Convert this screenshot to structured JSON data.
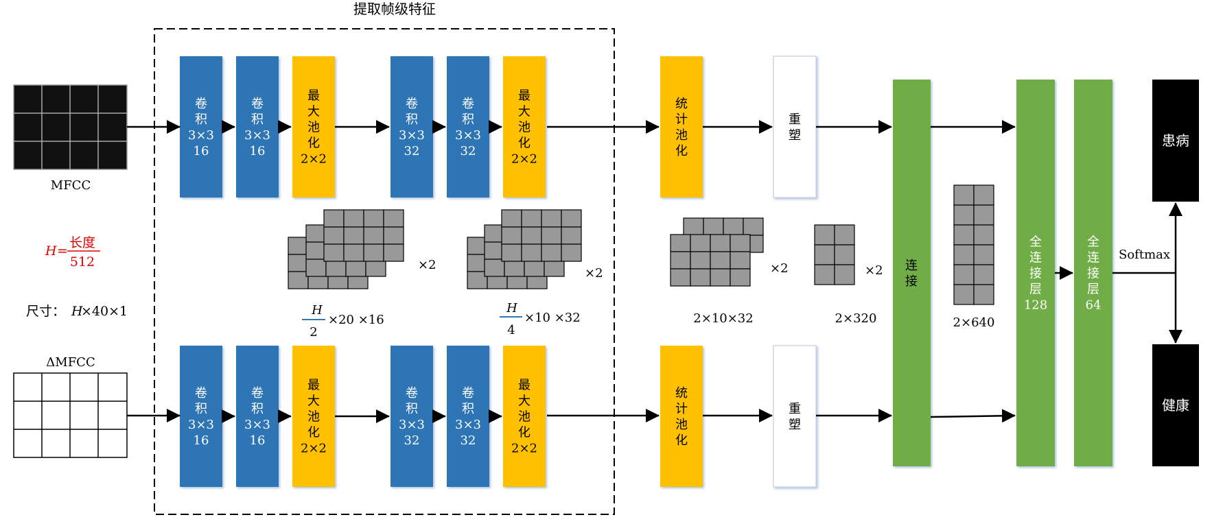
{
  "title": "提取帧级特征",
  "inputs": {
    "mfcc_label": "MFCC",
    "dmfcc_label": "ΔMFCC",
    "formula_h": "H",
    "formula_eq": "=",
    "formula_num": "长度",
    "formula_den": "512",
    "size_label": "尺寸：",
    "size_h": "H",
    "size_rest": "×40×1"
  },
  "top_blocks": [
    {
      "lines": [
        "卷",
        "积",
        "3×3",
        "16"
      ],
      "kind": "conv"
    },
    {
      "lines": [
        "卷",
        "积",
        "3×3",
        "16"
      ],
      "kind": "conv"
    },
    {
      "lines": [
        "最",
        "大",
        "池",
        "化",
        "2×2"
      ],
      "kind": "pool"
    },
    {
      "lines": [
        "卷",
        "积",
        "3×3",
        "32"
      ],
      "kind": "conv"
    },
    {
      "lines": [
        "卷",
        "积",
        "3×3",
        "32"
      ],
      "kind": "conv"
    },
    {
      "lines": [
        "最",
        "大",
        "池",
        "化",
        "2×2"
      ],
      "kind": "pool"
    }
  ],
  "bottom_blocks": [
    {
      "lines": [
        "卷",
        "积",
        "3×3",
        "16"
      ],
      "kind": "conv"
    },
    {
      "lines": [
        "卷",
        "积",
        "3×3",
        "16"
      ],
      "kind": "conv"
    },
    {
      "lines": [
        "最",
        "大",
        "池",
        "化",
        "2×2"
      ],
      "kind": "pool"
    },
    {
      "lines": [
        "卷",
        "积",
        "3×3",
        "32"
      ],
      "kind": "conv"
    },
    {
      "lines": [
        "卷",
        "积",
        "3×3",
        "32"
      ],
      "kind": "conv"
    },
    {
      "lines": [
        "最",
        "大",
        "池",
        "化",
        "2×2"
      ],
      "kind": "pool"
    }
  ],
  "stat_pool": [
    "统",
    "计",
    "池",
    "化"
  ],
  "reshape": [
    "重",
    "塑"
  ],
  "concat": [
    "连",
    "接"
  ],
  "fc1": [
    "全",
    "连",
    "接",
    "层",
    "128"
  ],
  "fc2": [
    "全",
    "连",
    "接",
    "层",
    "64"
  ],
  "out_sick": "患病",
  "out_healthy": "健康",
  "softmax": "Softmax",
  "dims": {
    "fm1_num": "H",
    "fm1_den": "2",
    "fm1_rest": "×20 ×16",
    "fm1_mult": "×2",
    "fm2_num": "H",
    "fm2_den": "4",
    "fm2_rest": "×10 ×32",
    "fm2_mult": "×2",
    "stat_label": "2×10×32",
    "stat_mult": "×2",
    "reshape_label": "2×320",
    "reshape_mult": "×2",
    "concat_label": "2×640"
  },
  "colors": {
    "conv": "#2e75b6",
    "pool": "#ffc000",
    "dense": "#70ad47",
    "output": "#000000",
    "grid": "#999999",
    "formula": "#e00000"
  }
}
